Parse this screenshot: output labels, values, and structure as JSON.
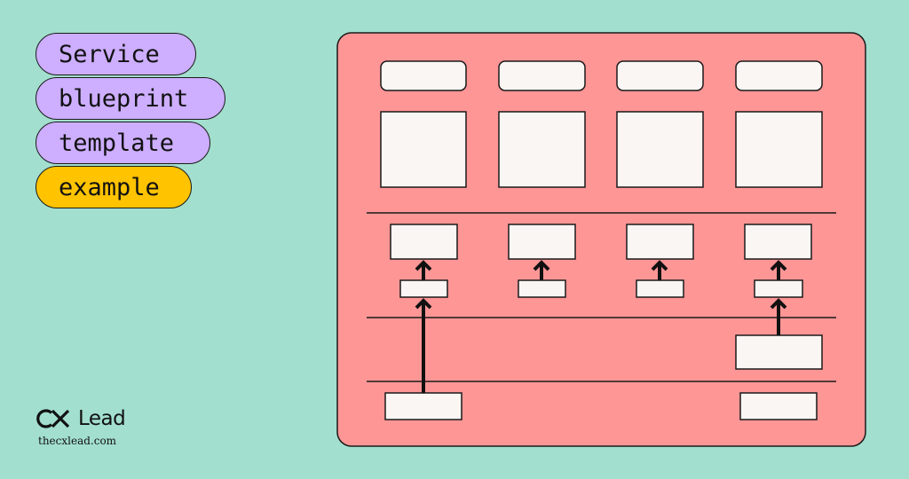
{
  "colors": {
    "background": "#a2dfce",
    "pill": "#cdaeff",
    "pill_highlight": "#ffc300",
    "board": "#ff9696",
    "card": "#faf6f3",
    "stroke": "#1a1a1a"
  },
  "title_words": [
    "Service",
    "blueprint",
    "template",
    "example"
  ],
  "brand": {
    "logo_mark": "CX",
    "logo_word": "Lead",
    "site": "thecxlead.com"
  }
}
